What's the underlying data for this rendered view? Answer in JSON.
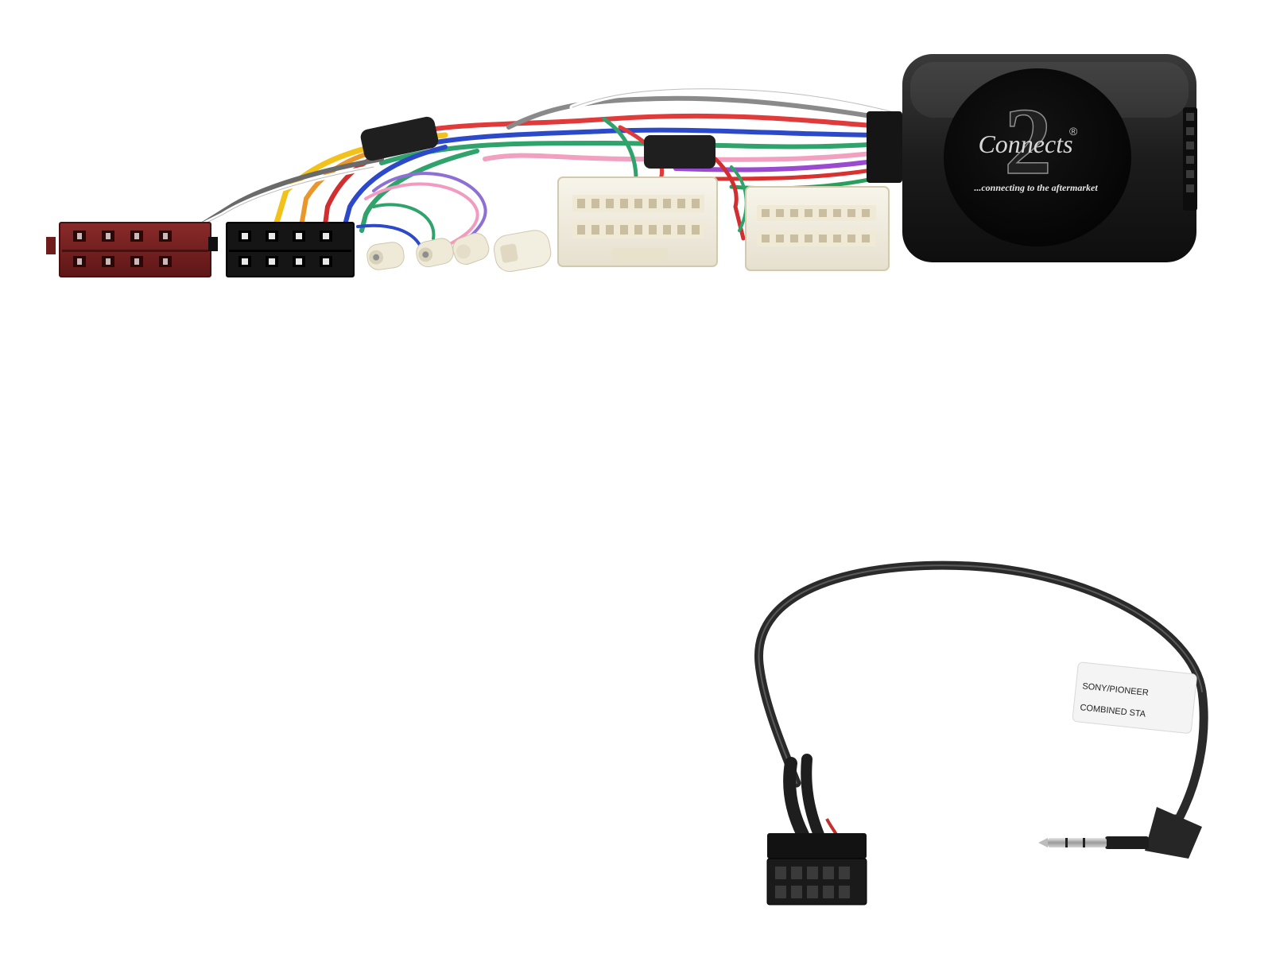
{
  "product": {
    "module": {
      "brand_wordmark": "Connects",
      "brand_numeral": "2",
      "registered_mark": "®",
      "tagline": "...connecting to the aftermarket"
    },
    "patch_lead": {
      "label_line1": "SONY/PIONEER",
      "label_line2": "COMBINED STA"
    }
  }
}
